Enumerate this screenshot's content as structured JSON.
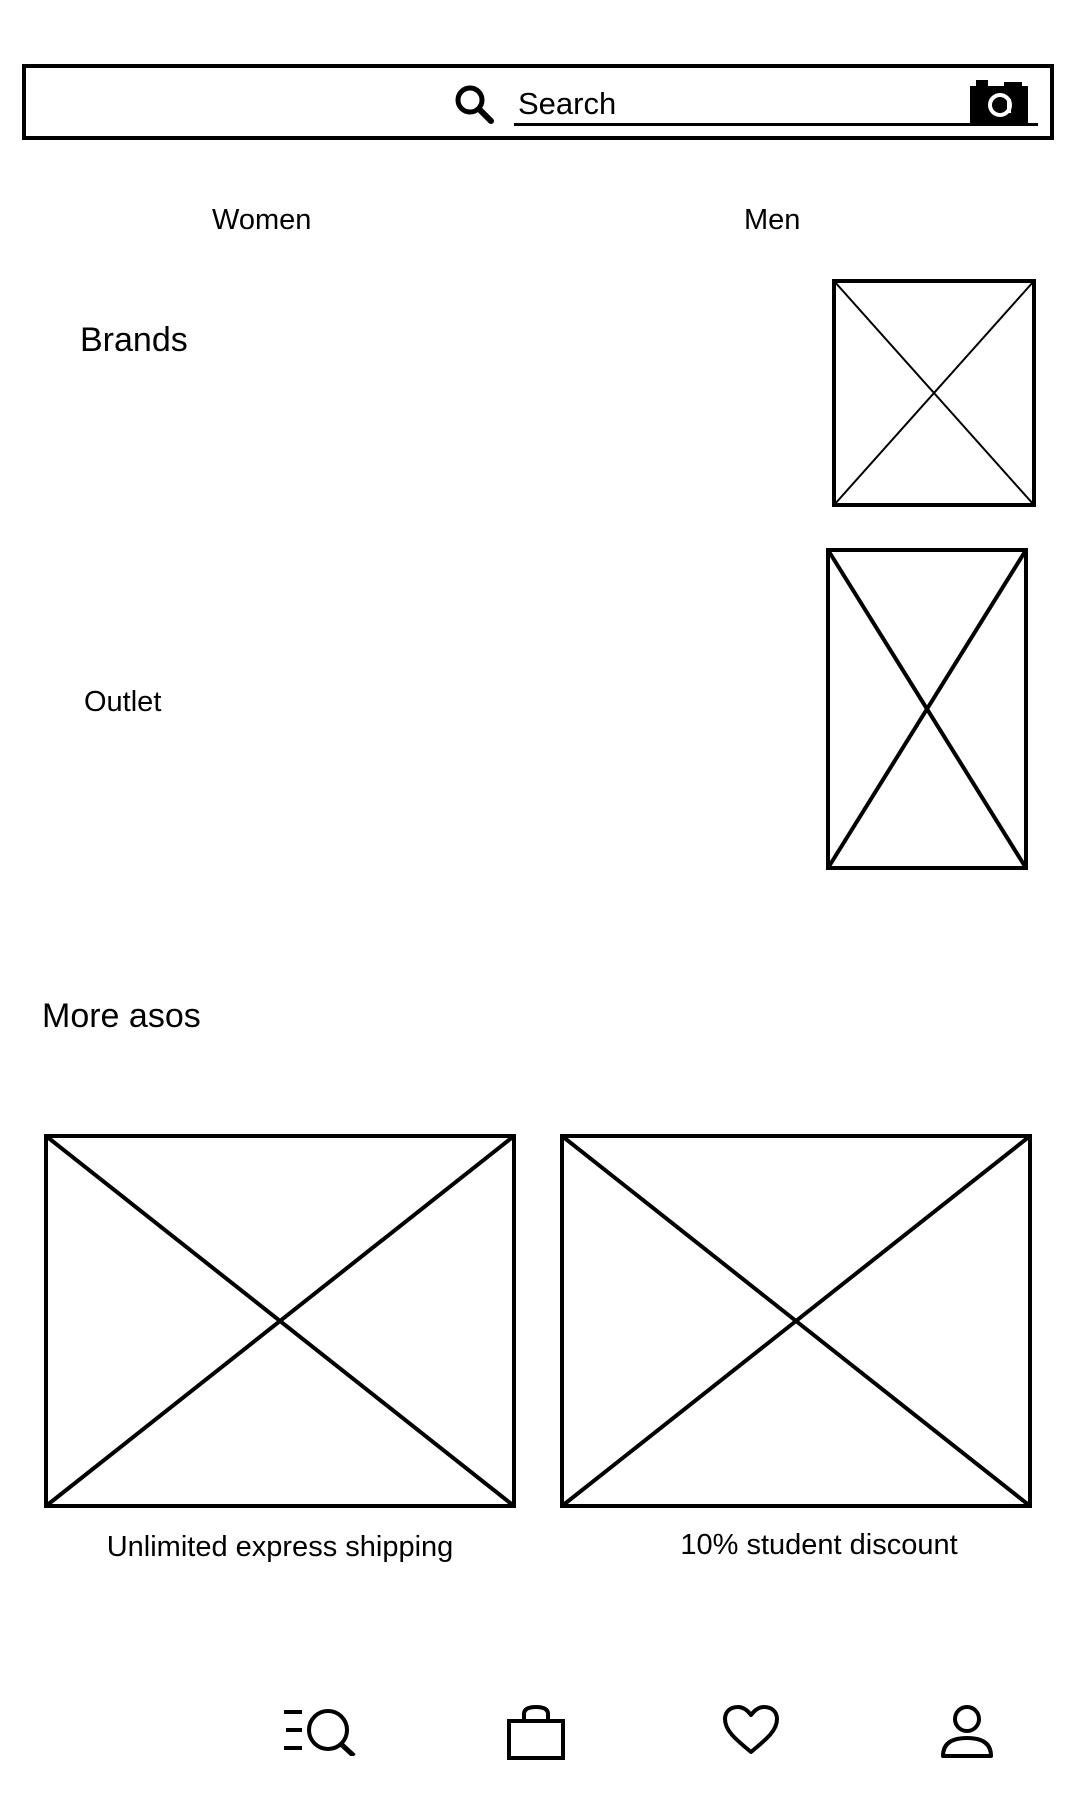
{
  "search": {
    "placeholder": "Search",
    "search_icon": "search-icon",
    "camera_icon": "camera-icon"
  },
  "tabs": [
    {
      "label": "Women"
    },
    {
      "label": "Men"
    }
  ],
  "categories": [
    {
      "label": "Brands",
      "image": "image-placeholder"
    },
    {
      "label": "Outlet",
      "image": "image-placeholder"
    }
  ],
  "more_section": {
    "title": "More asos",
    "cards": [
      {
        "caption": "Unlimited express shipping",
        "image": "image-placeholder"
      },
      {
        "caption": "10% student discount",
        "image": "image-placeholder"
      }
    ]
  },
  "bottom_nav": [
    {
      "icon": "browse-search-icon"
    },
    {
      "icon": "bag-icon"
    },
    {
      "icon": "heart-icon"
    },
    {
      "icon": "account-icon"
    }
  ],
  "colors": {
    "foreground": "#000000",
    "background": "#ffffff"
  }
}
